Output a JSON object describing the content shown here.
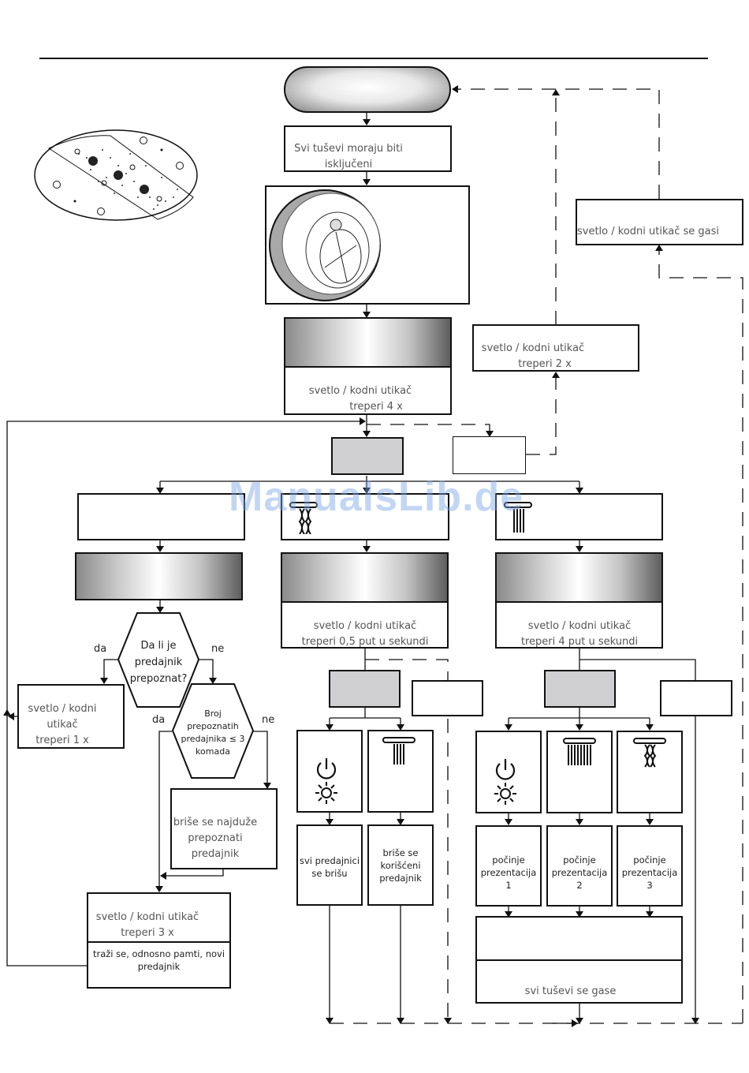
{
  "watermark": "ManualsLib.de",
  "nodes": {
    "start_text": "Svi tuševi moraju biti isključeni",
    "flash_4x_line1": "svetlo / kodni utikač",
    "flash_4x_line2": "treperi 4 x",
    "flash_2x_line1": "svetlo / kodni utikač",
    "flash_2x_line2": "treperi 2 x",
    "light_off": "svetlo / kodni utikač se gasi",
    "decision1_line1": "Da li je",
    "decision1_line2": "predajnik",
    "decision1_line3": "prepoznat?",
    "decision2_line1": "Broj",
    "decision2_line2": "prepoznatih",
    "decision2_line3": "predajnika ≤ 3",
    "decision2_line4": "komada",
    "yes": "da",
    "no": "ne",
    "flash_1x_line1": "svetlo / kodni",
    "flash_1x_line2": "utikač",
    "flash_1x_line3": "treperi 1 x",
    "delete_oldest_line1": "briše se najduže",
    "delete_oldest_line2": "prepoznati",
    "delete_oldest_line3": "predajnik",
    "flash_3x_line1": "svetlo / kodni utikač",
    "flash_3x_line2": "treperi 3 x",
    "search_new_line1": "traži se, odnosno pamti, novi",
    "search_new_line2": "predajnik",
    "flash_05_line1": "svetlo / kodni utikač",
    "flash_05_line2": "treperi 0,5 put u sekundi",
    "flash_4ps_line1": "svetlo / kodni utikač",
    "flash_4ps_line2": "treperi 4 put u sekundi",
    "all_deleted_line1": "svi predajnici",
    "all_deleted_line2": "se brišu",
    "used_deleted_line1": "briše se",
    "used_deleted_line2": "korišćeni",
    "used_deleted_line3": "predajnik",
    "pres1_line1": "počinje",
    "pres1_line2": "prezentacija 1",
    "pres2_line1": "počinje",
    "pres2_line2": "prezentacija 2",
    "pres3_line1": "počinje",
    "pres3_line2": "prezentacija 3",
    "all_off": "svi tuševi se gase"
  },
  "icons": {
    "shower_head_plan": "overhead-shower-illustration",
    "control_knob": "control-knob-illustration",
    "power": "power-icon",
    "light": "light-icon",
    "rain": "rain-shower-icon",
    "mist": "mist-shower-icon"
  }
}
